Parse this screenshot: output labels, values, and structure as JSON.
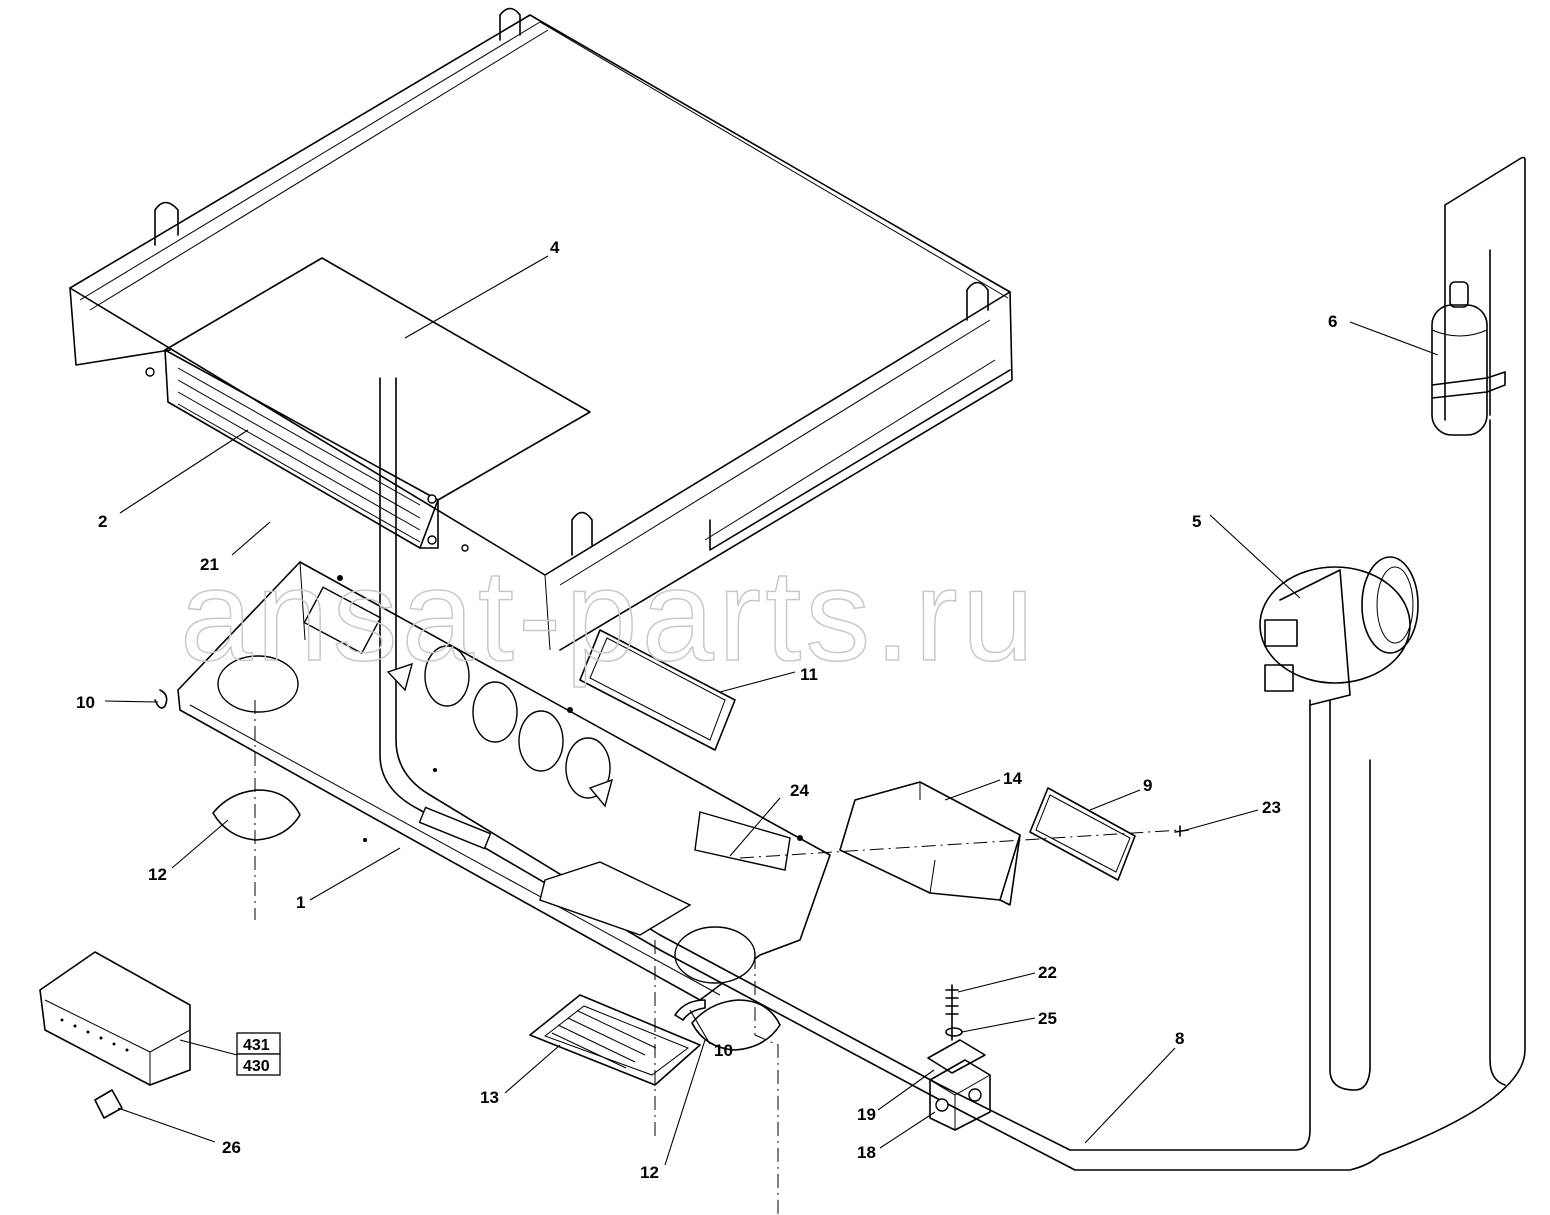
{
  "watermark": "ansat-parts.ru",
  "callouts": {
    "c1": "1",
    "c2": "2",
    "c4": "4",
    "c5": "5",
    "c6": "6",
    "c8": "8",
    "c9": "9",
    "c10a": "10",
    "c10b": "10",
    "c11": "11",
    "c12a": "12",
    "c12b": "12",
    "c13": "13",
    "c14": "14",
    "c18": "18",
    "c19": "19",
    "c21": "21",
    "c22": "22",
    "c23": "23",
    "c24": "24",
    "c25": "25",
    "c26": "26"
  },
  "reference_boxes": {
    "top": "431",
    "bottom": "430"
  }
}
